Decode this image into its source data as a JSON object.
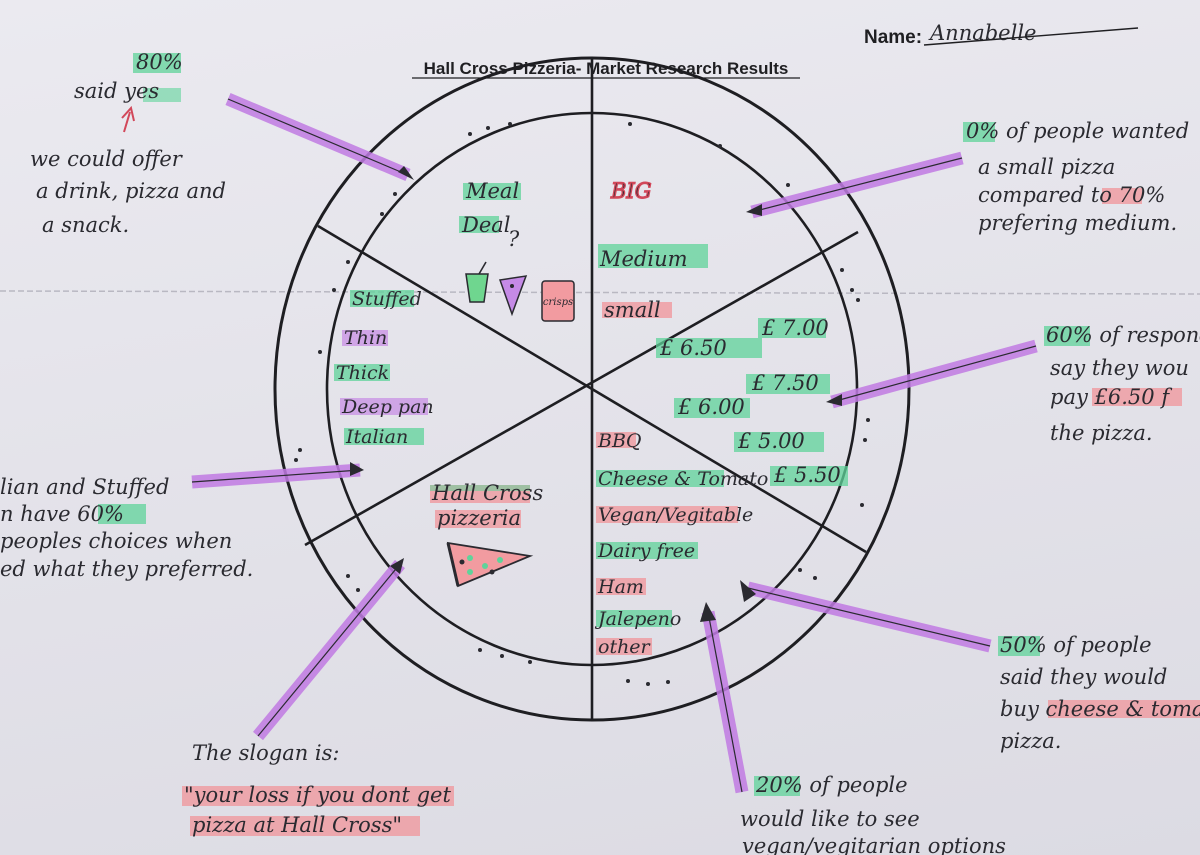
{
  "colors": {
    "green": "#5fd39a",
    "pink": "#f0949a",
    "purple": "#c17be3",
    "ink": "#2a2a30",
    "red_ink": "#d2485a"
  },
  "header": {
    "name_label": "Name:",
    "name_value": "Annabelle",
    "title": "Hall Cross Pizzeria- Market Research Results"
  },
  "segments": {
    "meal_deal": {
      "line1": "Meal",
      "line2": "Deal",
      "question": "?",
      "crisps": "crisps",
      "icons": [
        "drink-cup-icon",
        "pizza-slice-icon",
        "crisps-packet-icon"
      ]
    },
    "sizes": {
      "big": "BIG",
      "medium": "Medium",
      "small": "small"
    },
    "prices": {
      "p650": "£ 6.50",
      "p700": "£ 7.00",
      "p750": "£ 7.50",
      "p600": "£ 6.00",
      "p500": "£ 5.00",
      "p550": "£ 5.50"
    },
    "toppings": {
      "items": [
        "BBQ",
        "Cheese & Tomato",
        "Vegan/Vegitable",
        "Dairy free",
        "Ham",
        "Jalepeno",
        "other"
      ]
    },
    "logo": {
      "line1": "Hall Cross",
      "line2": "pizzeria",
      "icon": "pizza-slice-icon"
    },
    "crust": {
      "items": [
        "Stuffed",
        "Thin",
        "Thick",
        "Deep pan",
        "Italian"
      ]
    }
  },
  "annotations": {
    "meal_deal": {
      "percent": "80%",
      "said_yes": "said  yes",
      "line1": "we could offer",
      "line2": "a drink, pizza and",
      "line3": "a snack."
    },
    "size": {
      "line1_pct": "0%",
      "line1_rest": " of people wanted",
      "line2": "a small pizza",
      "line3_a": "compared to ",
      "line3_pct": "70%",
      "line4": "prefering medium."
    },
    "price": {
      "line1_pct": "60%",
      "line1_rest": " of responda",
      "line2": "say they wou",
      "line3_a": "pay ",
      "line3_price": "£6.50",
      "line3_b": " f",
      "line4": "the pizza."
    },
    "crust": {
      "line1": "lian and Stuffed",
      "line2_a": "n have ",
      "line2_pct": "60%",
      "line3": "peoples choices when",
      "line4": "ed what they preferred."
    },
    "toppings_cheese": {
      "line1_pct": "50%",
      "line1_rest": " of people",
      "line2": "said they would",
      "line3_a": "buy ",
      "line3_hl": "cheese & toma",
      "line4": "pizza."
    },
    "toppings_vegan": {
      "line1_pct": "20%",
      "line1_rest": " of people",
      "line2": "would like to see",
      "line3": "vegan/vegitarian options"
    },
    "slogan": {
      "line1": "The slogan is:",
      "line2": "\"your loss if you dont get",
      "line3": "pizza  at Hall Cross\""
    }
  }
}
